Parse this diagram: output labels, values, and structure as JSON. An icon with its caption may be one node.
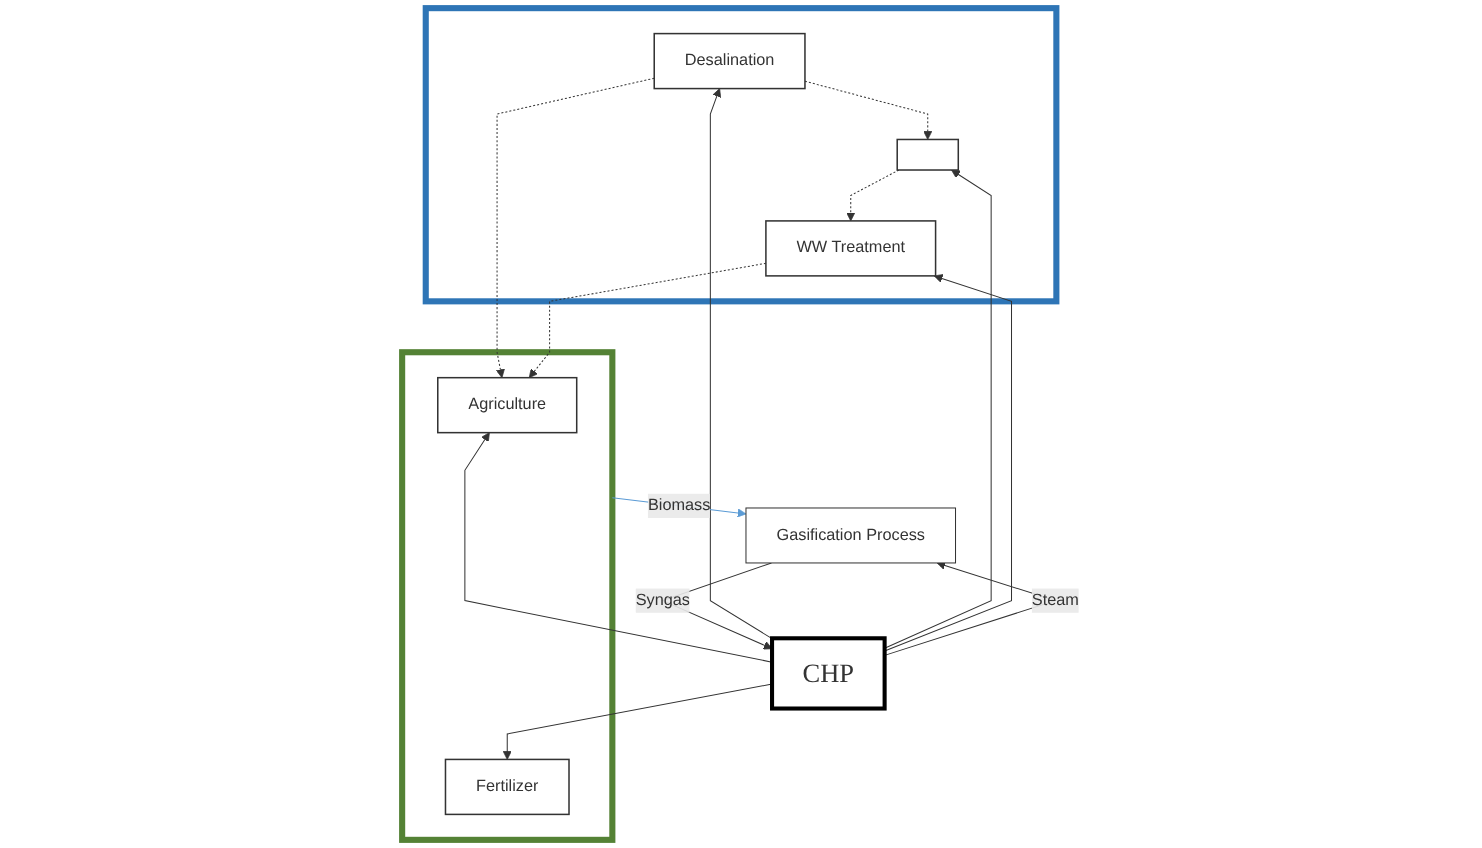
{
  "diagram": {
    "nodes": [
      {
        "text": [],
        "shape": "box"
      },
      {
        "text": [
          "Desalination"
        ],
        "in": 0
      },
      {
        "text": [],
        "shape": "box",
        "in": 0
      },
      {
        "text": [
          "WW Treatment"
        ],
        "in": 0
      },
      {
        "text": [],
        "shape": "box"
      },
      {
        "text": [
          "Agriculture"
        ],
        "in": 4
      },
      {
        "text": [
          "Fertilizer"
        ],
        "in": 4
      },
      {
        "text": [
          "CHP"
        ]
      },
      {
        "text": [
          "Gasification Process"
        ]
      }
    ],
    "edges": [
      {
        "from": 7,
        "to": 1,
        "arrow": "to"
      },
      {
        "from": 7,
        "to": 2,
        "arrow": "to"
      },
      {
        "from": 7,
        "to": 3,
        "arrow": "to"
      },
      {
        "from": 7,
        "to": 5,
        "arrow": "to"
      },
      {
        "from": 7,
        "to": 6,
        "arrow": "to"
      },
      {
        "from": 1,
        "to": 2,
        "arrow": "to",
        "style": "dashed"
      },
      {
        "from": 1,
        "to": 5,
        "arrow": "to",
        "style": "dashed"
      },
      {
        "from": 3,
        "to": 5,
        "arrow": "to",
        "style": "dashed"
      },
      {
        "from": 2,
        "to": 3,
        "arrow": "to",
        "style": "dashed"
      },
      {
        "from": 7,
        "to": 8,
        "arrow": "to",
        "label": "Steam"
      },
      {
        "from": 8,
        "to": 7,
        "arrow": "to",
        "label": "Syngas"
      },
      {
        "from": 4,
        "to": 8,
        "arrow": "to",
        "label": "Biomass",
        "color": "#5b9bd5"
      }
    ]
  }
}
